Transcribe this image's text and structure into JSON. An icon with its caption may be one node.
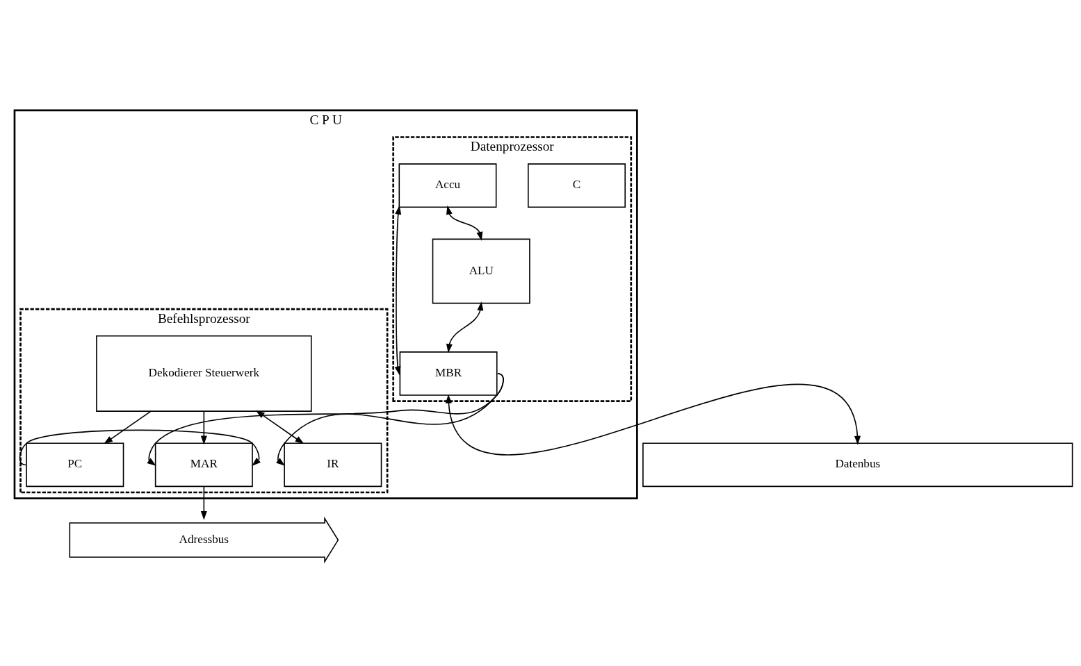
{
  "diagram": {
    "nodes": [
      {
        "text": [
          "C P U"
        ]
      },
      {
        "text": [
          "Datenprozessor"
        ],
        "in": 0
      },
      {
        "text": [
          "C"
        ],
        "in": 1
      },
      {
        "text": [
          "Accu"
        ],
        "in": 1
      },
      {
        "text": [
          "ALU"
        ],
        "in": 1
      },
      {
        "text": [
          "MBR"
        ],
        "in": 1
      },
      {
        "text": [
          "Befehlsprozessor"
        ],
        "in": 0
      },
      {
        "text": [
          "Dekodierer Steuerwerk"
        ],
        "in": 6
      },
      {
        "text": [
          "IR"
        ],
        "in": 6
      },
      {
        "text": [
          "MAR"
        ],
        "in": 6
      },
      {
        "text": [
          "PC"
        ],
        "in": 6
      },
      {
        "text": [
          "Adressbus"
        ]
      },
      {
        "text": [
          "Datenbus"
        ]
      }
    ],
    "edges": [
      {
        "from": 3,
        "to": 4,
        "arrow": "both"
      },
      {
        "from": 4,
        "to": 5,
        "arrow": "both"
      },
      {
        "from": 5,
        "to": 3,
        "arrow": "both"
      },
      {
        "from": 5,
        "to": 8,
        "arrow": "to"
      },
      {
        "from": 5,
        "to": 9,
        "arrow": "to"
      },
      {
        "from": 7,
        "to": 8,
        "arrow": "both"
      },
      {
        "from": 7,
        "to": 9,
        "arrow": "to"
      },
      {
        "from": 7,
        "to": 10,
        "arrow": "to"
      },
      {
        "from": 10,
        "to": 9,
        "arrow": "to"
      },
      {
        "from": 9,
        "to": 11,
        "arrow": "to"
      },
      {
        "from": 5,
        "to": 12,
        "arrow": "both"
      }
    ]
  }
}
